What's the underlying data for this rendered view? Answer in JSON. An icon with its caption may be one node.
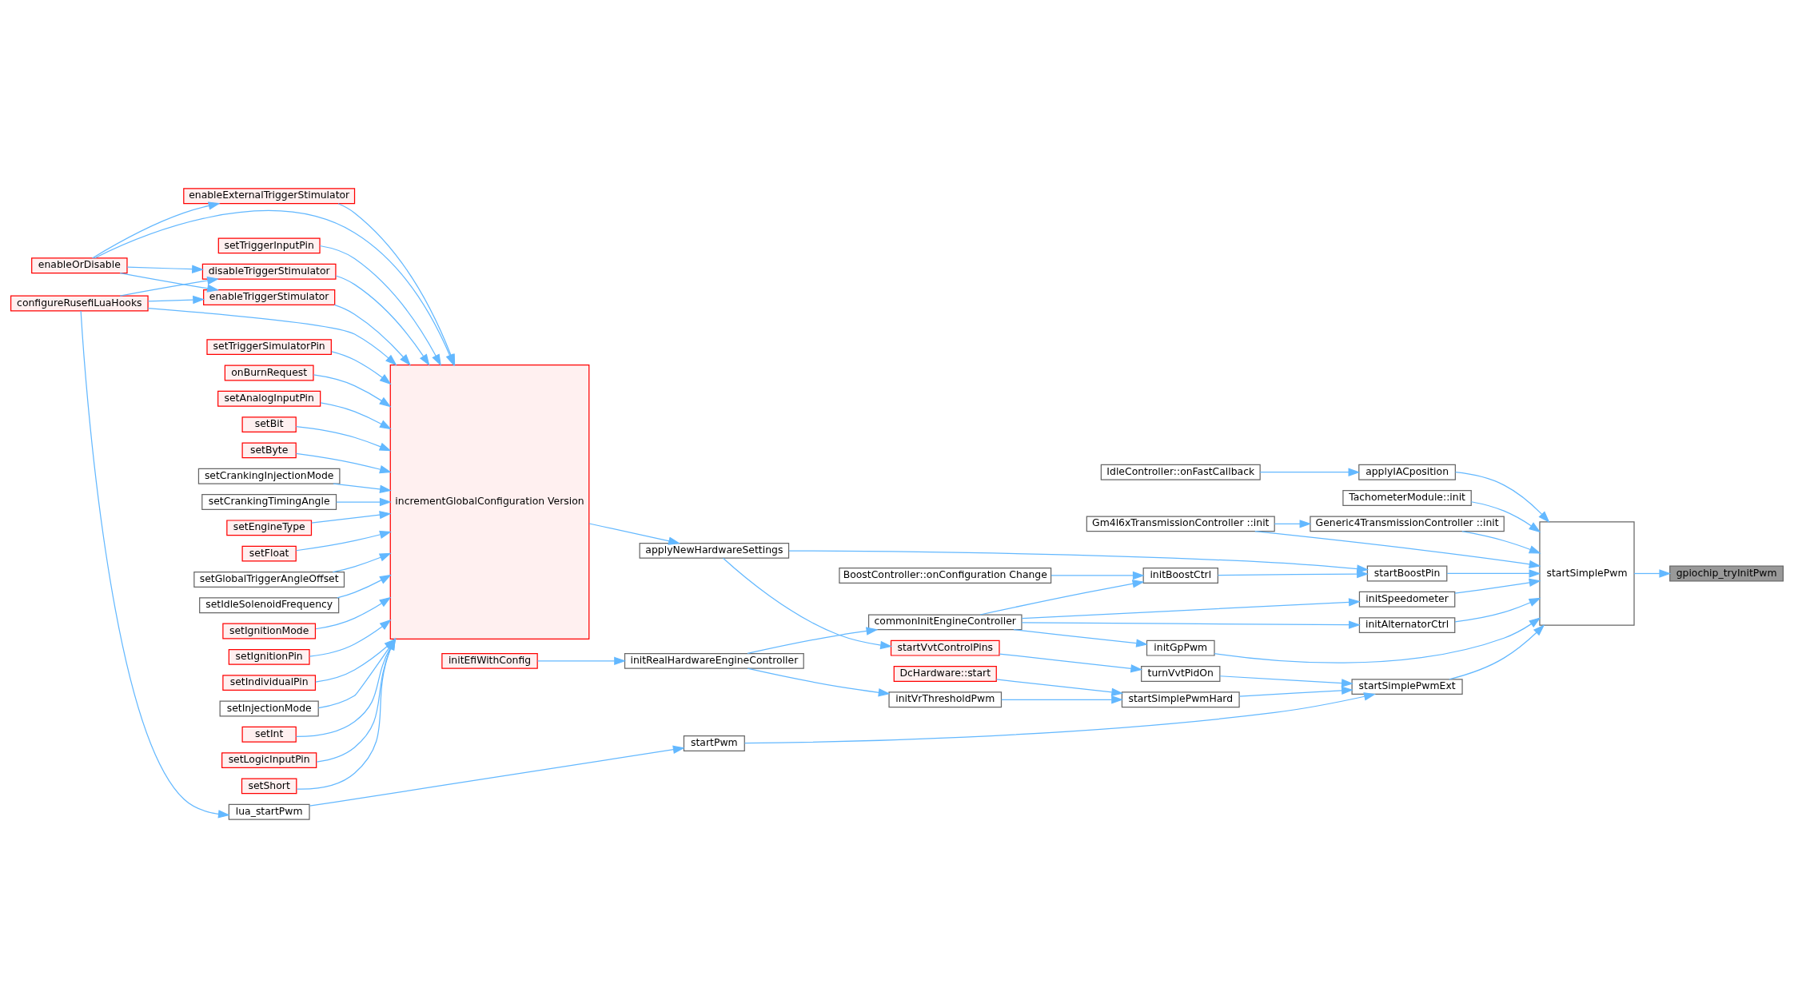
{
  "diagram": {
    "nodes": [
      {
        "text": [
          "gpiochip_tryInitPwm"
        ]
      },
      {
        "text": [
          "startSimplePwm"
        ]
      },
      {
        "text": [
          "applyIACposition"
        ]
      },
      {
        "text": [
          "IdleController::onFastCallback"
        ]
      },
      {
        "text": [
          "TachometerModule::init"
        ]
      },
      {
        "text": [
          "Gm4l6xTransmissionController ::init"
        ]
      },
      {
        "text": [
          "Generic4TransmissionController ::init"
        ]
      },
      {
        "text": [
          "initSpeedometer"
        ]
      },
      {
        "text": [
          "commonInitEngineController"
        ]
      },
      {
        "text": [
          "initRealHardwareEngineController"
        ]
      },
      {
        "text": [
          "initEfiWithConfig"
        ]
      },
      {
        "text": [
          "incrementGlobalConfiguration Version"
        ]
      },
      {
        "text": [
          "initAlternatorCtrl"
        ]
      },
      {
        "text": [
          "initGpPwm"
        ]
      },
      {
        "text": [
          "startBoostPin"
        ]
      },
      {
        "text": [
          "initBoostCtrl"
        ]
      },
      {
        "text": [
          "BoostController::onConfiguration Change"
        ]
      },
      {
        "text": [
          "applyNewHardwareSettings"
        ]
      },
      {
        "text": [
          "startSimplePwmExt"
        ]
      },
      {
        "text": [
          "startSimplePwmHard"
        ]
      },
      {
        "text": [
          "initVrThresholdPwm"
        ]
      },
      {
        "text": [
          "DcHardware::start"
        ]
      },
      {
        "text": [
          "turnVvtPidOn"
        ]
      },
      {
        "text": [
          "startVvtControlPins"
        ]
      },
      {
        "text": [
          "startPwm"
        ]
      },
      {
        "text": [
          "lua_startPwm"
        ]
      },
      {
        "text": [
          "configureRusefiLuaHooks"
        ]
      },
      {
        "text": [
          "enableOrDisable"
        ]
      },
      {
        "text": [
          "enableExternalTriggerStimulator"
        ]
      },
      {
        "text": [
          "enableTriggerStimulator"
        ]
      },
      {
        "text": [
          "setTriggerSimulatorPin"
        ]
      },
      {
        "text": [
          "disableTriggerStimulator"
        ]
      },
      {
        "text": [
          "onBurnRequest"
        ]
      },
      {
        "text": [
          "setAnalogInputPin"
        ]
      },
      {
        "text": [
          "setBit"
        ]
      },
      {
        "text": [
          "setByte"
        ]
      },
      {
        "text": [
          "setCrankingInjectionMode"
        ]
      },
      {
        "text": [
          "setCrankingTimingAngle"
        ]
      },
      {
        "text": [
          "setEngineType"
        ]
      },
      {
        "text": [
          "setFloat"
        ]
      },
      {
        "text": [
          "setGlobalTriggerAngleOffset"
        ]
      },
      {
        "text": [
          "setIdleSolenoidFrequency"
        ]
      },
      {
        "text": [
          "setIgnitionMode"
        ]
      },
      {
        "text": [
          "setIgnitionPin"
        ]
      },
      {
        "text": [
          "setIndividualPin"
        ]
      },
      {
        "text": [
          "setInjectionMode"
        ]
      },
      {
        "text": [
          "setInt"
        ]
      },
      {
        "text": [
          "setLogicInputPin"
        ]
      },
      {
        "text": [
          "setShort"
        ]
      },
      {
        "text": [
          "setTriggerInputPin"
        ]
      }
    ],
    "edges": [
      {
        "from": 1,
        "to": 0,
        "arrow": "to"
      },
      {
        "from": 2,
        "to": 1,
        "arrow": "to"
      },
      {
        "from": 3,
        "to": 2,
        "arrow": "to"
      },
      {
        "from": 4,
        "to": 1,
        "arrow": "to"
      },
      {
        "from": 5,
        "to": 1,
        "arrow": "to"
      },
      {
        "from": 6,
        "to": 1,
        "arrow": "to"
      },
      {
        "from": 5,
        "to": 6,
        "arrow": "to"
      },
      {
        "from": 7,
        "to": 1,
        "arrow": "to"
      },
      {
        "from": 8,
        "to": 7,
        "arrow": "to"
      },
      {
        "from": 9,
        "to": 8,
        "arrow": "to"
      },
      {
        "from": 10,
        "to": 9,
        "arrow": "to"
      },
      {
        "from": 12,
        "to": 1,
        "arrow": "to"
      },
      {
        "from": 8,
        "to": 12,
        "arrow": "to"
      },
      {
        "from": 13,
        "to": 1,
        "arrow": "to"
      },
      {
        "from": 8,
        "to": 13,
        "arrow": "to"
      },
      {
        "from": 14,
        "to": 1,
        "arrow": "to"
      },
      {
        "from": 15,
        "to": 14,
        "arrow": "to"
      },
      {
        "from": 8,
        "to": 15,
        "arrow": "to"
      },
      {
        "from": 16,
        "to": 15,
        "arrow": "to"
      },
      {
        "from": 17,
        "to": 14,
        "arrow": "to"
      },
      {
        "from": 11,
        "to": 17,
        "arrow": "to"
      },
      {
        "from": 18,
        "to": 1,
        "arrow": "to"
      },
      {
        "from": 19,
        "to": 18,
        "arrow": "to"
      },
      {
        "from": 20,
        "to": 19,
        "arrow": "to"
      },
      {
        "from": 9,
        "to": 20,
        "arrow": "to"
      },
      {
        "from": 21,
        "to": 19,
        "arrow": "to"
      },
      {
        "from": 22,
        "to": 18,
        "arrow": "to"
      },
      {
        "from": 23,
        "to": 22,
        "arrow": "to"
      },
      {
        "from": 17,
        "to": 23,
        "arrow": "to"
      },
      {
        "from": 24,
        "to": 18,
        "arrow": "to"
      },
      {
        "from": 25,
        "to": 24,
        "arrow": "to"
      },
      {
        "from": 26,
        "to": 25,
        "arrow": "to"
      },
      {
        "from": 26,
        "to": 11,
        "arrow": "to"
      },
      {
        "from": 26,
        "to": 29,
        "arrow": "to"
      },
      {
        "from": 26,
        "to": 31,
        "arrow": "to"
      },
      {
        "from": 27,
        "to": 11,
        "arrow": "to"
      },
      {
        "from": 27,
        "to": 28,
        "arrow": "to"
      },
      {
        "from": 27,
        "to": 29,
        "arrow": "to"
      },
      {
        "from": 27,
        "to": 31,
        "arrow": "to"
      },
      {
        "from": 28,
        "to": 11,
        "arrow": "to"
      },
      {
        "from": 29,
        "to": 11,
        "arrow": "to"
      },
      {
        "from": 30,
        "to": 11,
        "arrow": "to"
      },
      {
        "from": 31,
        "to": 11,
        "arrow": "to"
      },
      {
        "from": 32,
        "to": 11,
        "arrow": "to"
      },
      {
        "from": 33,
        "to": 11,
        "arrow": "to"
      },
      {
        "from": 34,
        "to": 11,
        "arrow": "to"
      },
      {
        "from": 35,
        "to": 11,
        "arrow": "to"
      },
      {
        "from": 36,
        "to": 11,
        "arrow": "to"
      },
      {
        "from": 37,
        "to": 11,
        "arrow": "to"
      },
      {
        "from": 38,
        "to": 11,
        "arrow": "to"
      },
      {
        "from": 39,
        "to": 11,
        "arrow": "to"
      },
      {
        "from": 40,
        "to": 11,
        "arrow": "to"
      },
      {
        "from": 41,
        "to": 11,
        "arrow": "to"
      },
      {
        "from": 42,
        "to": 11,
        "arrow": "to"
      },
      {
        "from": 43,
        "to": 11,
        "arrow": "to"
      },
      {
        "from": 44,
        "to": 11,
        "arrow": "to"
      },
      {
        "from": 45,
        "to": 11,
        "arrow": "to"
      },
      {
        "from": 46,
        "to": 11,
        "arrow": "to"
      },
      {
        "from": 47,
        "to": 11,
        "arrow": "to"
      },
      {
        "from": 48,
        "to": 11,
        "arrow": "to"
      },
      {
        "from": 49,
        "to": 11,
        "arrow": "to"
      }
    ]
  }
}
